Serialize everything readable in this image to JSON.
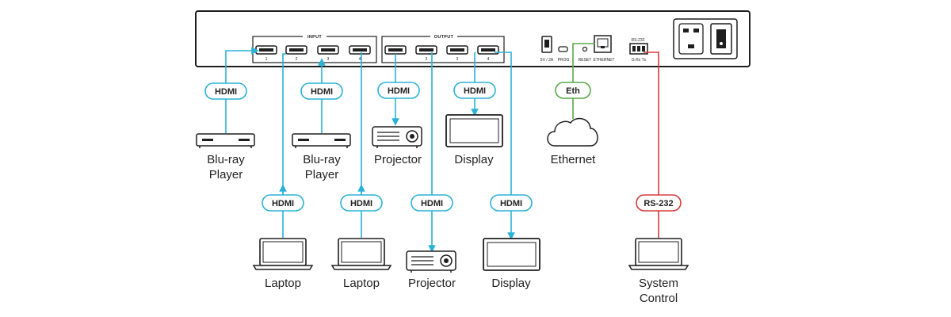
{
  "colors": {
    "hdmi": "#2ab2d6",
    "ethernet": "#5aa846",
    "rs232": "#d93a3a",
    "outline": "#1e1e1e"
  },
  "panel": {
    "input_label": "INPUT",
    "output_label": "OUTPUT",
    "input_ports": [
      "1",
      "2",
      "3",
      "4"
    ],
    "output_ports": [
      "1",
      "2",
      "3",
      "4"
    ],
    "usb_label": "5V / 2A",
    "prog_label": "PROG",
    "reset_label": "RESET",
    "ethernet_label": "ETHERNET",
    "rs232_top_label": "RS-232",
    "rs232_pins_label": "G Rx Tx"
  },
  "cables": {
    "hdmi": "HDMI",
    "eth": "Eth",
    "rs232": "RS-232"
  },
  "devices": {
    "bluray1": [
      "Blu-ray",
      "Player"
    ],
    "bluray2": [
      "Blu-ray",
      "Player"
    ],
    "laptop1": "Laptop",
    "laptop2": "Laptop",
    "projector1": "Projector",
    "display1": "Display",
    "projector2": "Projector",
    "display2": "Display",
    "ethernet": "Ethernet",
    "system_control": [
      "System",
      "Control"
    ]
  }
}
